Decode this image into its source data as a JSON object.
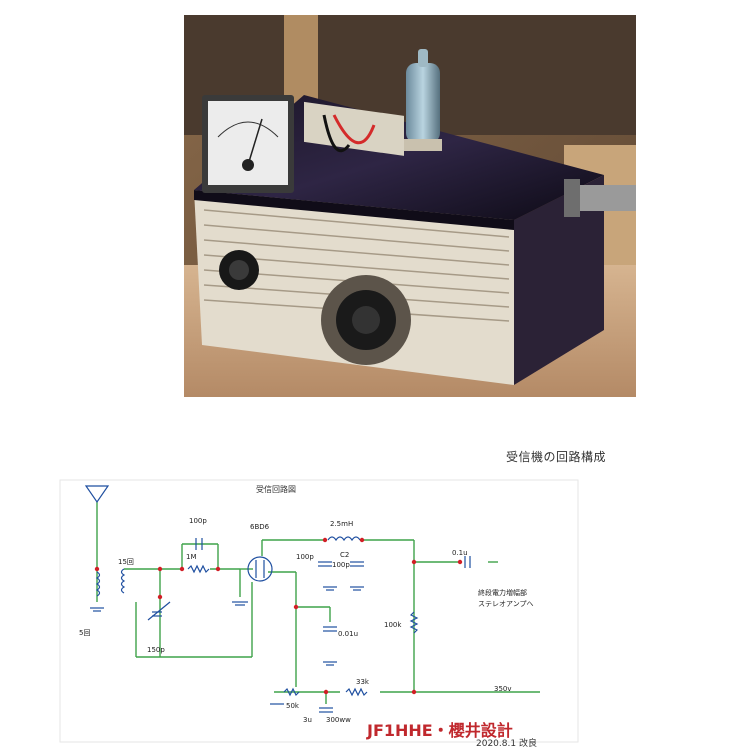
{
  "caption": "受信機の回路構成",
  "schematic": {
    "title": "受信回路図",
    "labels": {
      "tube": "6BD6",
      "cap_top": "100p",
      "resistor_1m": "1M",
      "coil_15": "15回",
      "coil_5": "5回",
      "var_cap": "150p",
      "inductor": "2.5mH",
      "cap_left": "100p",
      "c2": "C2",
      "cap_c2": "100p",
      "cap_out": "0.1u",
      "r_plate": "100k",
      "cap_001": "0.01u",
      "r_33k": "33k",
      "r_50k": "50k",
      "cap_3u": "3u",
      "r_300ww": "300ww",
      "supply": "350v",
      "note_line1": "終段電力増幅部",
      "note_line2": "ステレオアンプへ"
    },
    "signature": "JF1HHE・櫻井設計",
    "date": "2020.8.1 改良"
  },
  "colors": {
    "wire": "#3fa34a",
    "dot": "#d11f26",
    "signature": "#c0282d"
  }
}
